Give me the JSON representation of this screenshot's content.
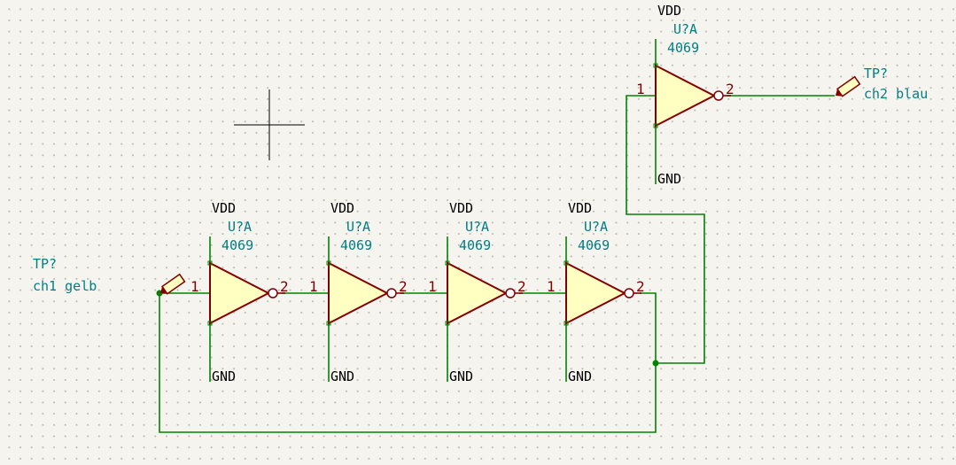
{
  "colors": {
    "wire": "#008400",
    "symbol_fill": "#ffffc2",
    "symbol_stroke": "#840000",
    "pin_label": "#840000",
    "reference_text": "#007f84",
    "power_text": "#000000",
    "junction": "#008400",
    "background": "#f5f4ef"
  },
  "inverters": [
    {
      "reference": "U?A",
      "value": "4069",
      "power_pin": "VDD",
      "ground_pin": "GND",
      "input_pin": "1",
      "output_pin": "2"
    },
    {
      "reference": "U?A",
      "value": "4069",
      "power_pin": "VDD",
      "ground_pin": "GND",
      "input_pin": "1",
      "output_pin": "2"
    },
    {
      "reference": "U?A",
      "value": "4069",
      "power_pin": "VDD",
      "ground_pin": "GND",
      "input_pin": "1",
      "output_pin": "2"
    },
    {
      "reference": "U?A",
      "value": "4069",
      "power_pin": "VDD",
      "ground_pin": "GND",
      "input_pin": "1",
      "output_pin": "2"
    },
    {
      "reference": "U?A",
      "value": "4069",
      "power_pin": "VDD",
      "ground_pin": "GND",
      "input_pin": "1",
      "output_pin": "2"
    }
  ],
  "test_points": [
    {
      "reference": "TP?",
      "label": "ch1 gelb"
    },
    {
      "reference": "TP?",
      "label": "ch2 blau"
    }
  ],
  "cursor_icon": "crosshair-cursor-icon",
  "probe_icon": "test-probe-icon"
}
